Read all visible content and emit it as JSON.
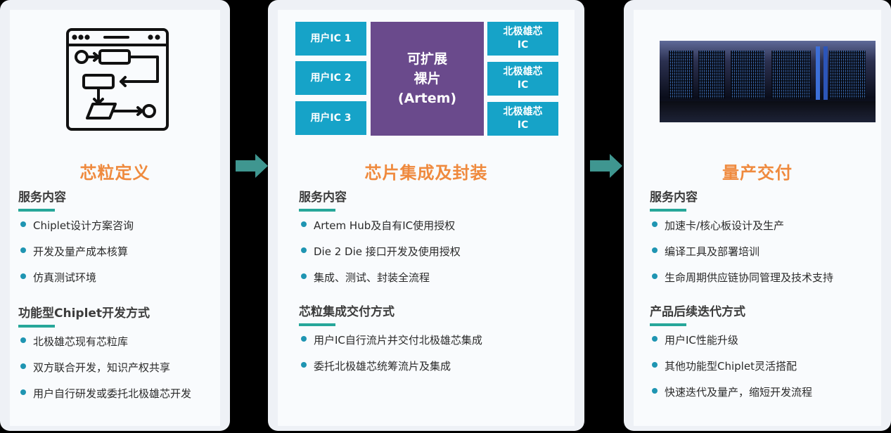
{
  "colors": {
    "background": "#000000",
    "card": "#eef1f6",
    "panel": "#f9fbfd",
    "stage_title": "#ef8a3e",
    "section_bar": "#27a79a",
    "bullet": "#1f95b2",
    "arrow": "#3f9690",
    "ic_block": "#16a3c8",
    "core_block": "#6a4a8c"
  },
  "stages": [
    {
      "title": "芯粒定义",
      "illustration": "flowchart-window-icon",
      "sections": [
        {
          "heading": "服务内容",
          "items": [
            "Chiplet设计方案咨询",
            "开发及量产成本核算",
            "仿真测试环境"
          ]
        },
        {
          "heading": "功能型Chiplet开发方式",
          "items": [
            "北极雄芯现有芯粒库",
            "双方联合开发，知识产权共享",
            "用户自行研发或委托北极雄芯开发"
          ]
        }
      ]
    },
    {
      "title": "芯片集成及封装",
      "illustration": "chip-integration-diagram",
      "diagram": {
        "left_blocks": [
          "用户IC 1",
          "用户IC 2",
          "用户IC 3"
        ],
        "core": [
          "可扩展",
          "裸片",
          "(Artem)"
        ],
        "right_blocks": [
          {
            "line1": "北极雄芯",
            "line2": "IC"
          },
          {
            "line1": "北极雄芯",
            "line2": "IC"
          },
          {
            "line1": "北极雄芯",
            "line2": "IC"
          }
        ]
      },
      "sections": [
        {
          "heading": "服务内容",
          "items": [
            "Artem Hub及自有IC使用授权",
            "Die 2 Die 接口开发及使用授权",
            "集成、测试、封装全流程"
          ]
        },
        {
          "heading": "芯粒集成交付方式",
          "items": [
            "用户IC自行流片并交付北极雄芯集成",
            "委托北极雄芯统筹流片及集成"
          ]
        }
      ]
    },
    {
      "title": "量产交付",
      "illustration": "server-rack-photo",
      "sections": [
        {
          "heading": "服务内容",
          "items": [
            "加速卡/核心板设计及生产",
            "编译工具及部署培训",
            "生命周期供应链协同管理及技术支持"
          ]
        },
        {
          "heading": "产品后续迭代方式",
          "items": [
            "用户IC性能升级",
            "其他功能型Chiplet灵活搭配",
            "快速迭代及量产，缩短开发流程"
          ]
        }
      ]
    }
  ],
  "arrows": [
    "right-arrow-icon",
    "right-arrow-icon"
  ]
}
